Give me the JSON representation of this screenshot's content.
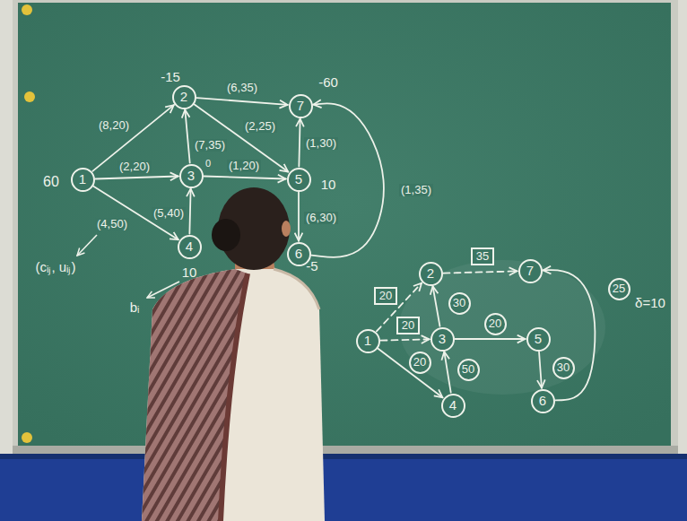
{
  "diagram": {
    "nodes": [
      {
        "text": [
          "1"
        ]
      },
      {
        "text": [
          "2"
        ]
      },
      {
        "text": [
          "3"
        ]
      },
      {
        "text": [
          "4"
        ]
      },
      {
        "text": [
          "5"
        ]
      },
      {
        "text": [
          "6"
        ]
      },
      {
        "text": [
          "7"
        ]
      },
      {
        "text": [
          "1"
        ]
      },
      {
        "text": [
          "2"
        ]
      },
      {
        "text": [
          "3"
        ]
      },
      {
        "text": [
          "4"
        ]
      },
      {
        "text": [
          "5"
        ]
      },
      {
        "text": [
          "6"
        ]
      },
      {
        "text": [
          "7"
        ]
      }
    ],
    "edges": [
      {
        "from": 0,
        "to": 1,
        "arrow": "to",
        "label": "(8,20)"
      },
      {
        "from": 0,
        "to": 2,
        "arrow": "to",
        "label": "(2,20)"
      },
      {
        "from": 0,
        "to": 3,
        "arrow": "to",
        "label": "(4,50)"
      },
      {
        "from": 1,
        "to": 6,
        "arrow": "to",
        "label": "(6,35)"
      },
      {
        "from": 2,
        "to": 1,
        "arrow": "to",
        "label": "(7,35)"
      },
      {
        "from": 1,
        "to": 4,
        "arrow": "to",
        "label": "(2,25)"
      },
      {
        "from": 2,
        "to": 4,
        "arrow": "to",
        "label": "(1,20)"
      },
      {
        "from": 3,
        "to": 2,
        "arrow": "to",
        "label": "(5,40)"
      },
      {
        "from": 4,
        "to": 6,
        "arrow": "to",
        "label": "(1,30)"
      },
      {
        "from": 4,
        "to": 5,
        "arrow": "to",
        "label": "(6,30)"
      },
      {
        "from": 5,
        "to": 6,
        "arrow": "to",
        "label": "(1,35)"
      },
      {
        "from": 7,
        "to": 8,
        "arrow": "to",
        "label": "20"
      },
      {
        "from": 8,
        "to": 13,
        "arrow": "to",
        "label": "35"
      },
      {
        "from": 7,
        "to": 9,
        "arrow": "to",
        "label": "20"
      },
      {
        "from": 7,
        "to": 10,
        "arrow": "to",
        "label": "20"
      },
      {
        "from": 9,
        "to": 8,
        "arrow": "to",
        "label": "30"
      },
      {
        "from": 10,
        "to": 9,
        "arrow": "to",
        "label": "50"
      },
      {
        "from": 9,
        "to": 11,
        "arrow": "to",
        "label": "20"
      },
      {
        "from": 11,
        "to": 12,
        "arrow": "to",
        "label": "30"
      },
      {
        "from": 12,
        "to": 13,
        "arrow": "to",
        "label": "25"
      }
    ],
    "labels": [
      "-15",
      "-60",
      "60",
      "0",
      "10",
      "10",
      "-5",
      "(cᵢⱼ, uᵢⱼ)",
      "bᵢ",
      "δ=10"
    ]
  }
}
